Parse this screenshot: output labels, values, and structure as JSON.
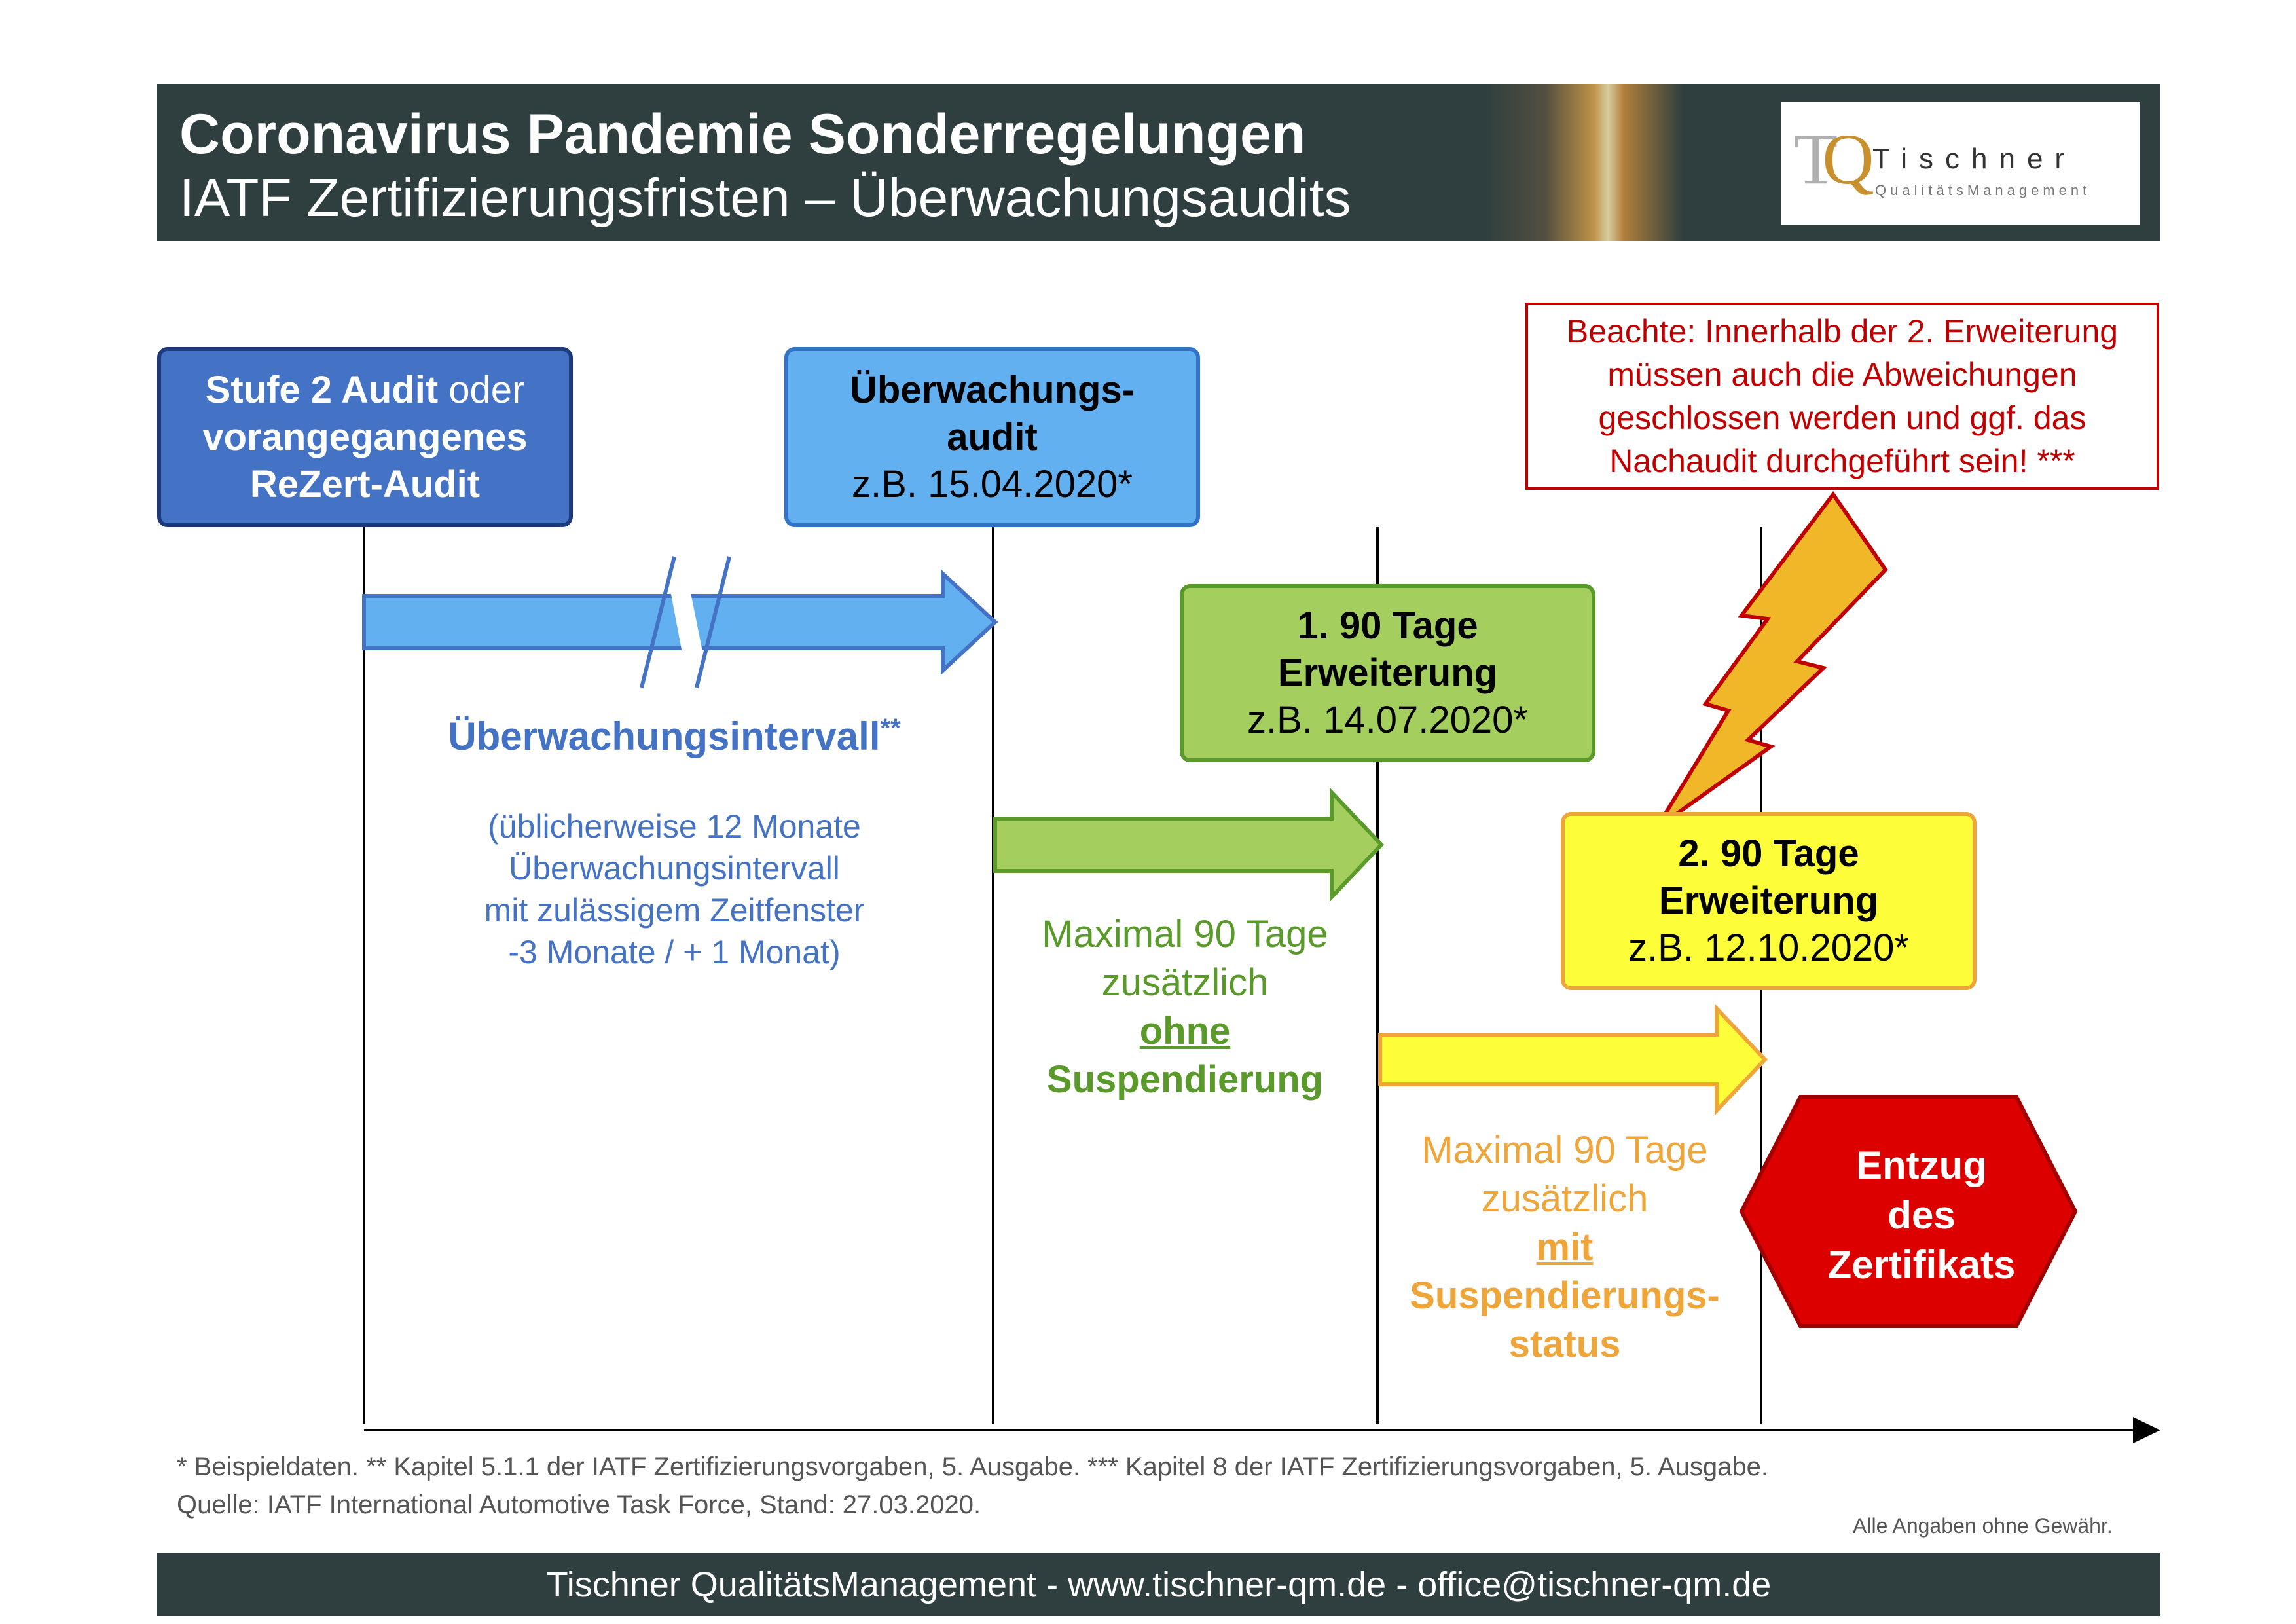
{
  "header": {
    "title": "Coronavirus Pandemie Sonderregelungen",
    "subtitle": "IATF Zertifizierungsfristen – Überwachungsaudits",
    "logo": {
      "mark_t": "T",
      "mark_q": "Q",
      "name": "Tischner",
      "tagline": "QualitätsManagement"
    }
  },
  "boxes": {
    "stage2": {
      "line1_bold": "Stufe 2 Audit",
      "line1_rest": " oder",
      "line2": "vorangegangenes",
      "line3": "ReZert-Audit"
    },
    "surveillance": {
      "line1": "Überwachungs-",
      "line2": "audit",
      "line3": "z.B. 15.04.2020*"
    },
    "ext1": {
      "line1": "1. 90 Tage",
      "line2": "Erweiterung",
      "line3": "z.B. 14.07.2020*"
    },
    "ext2": {
      "line1": "2. 90 Tage",
      "line2": "Erweiterung",
      "line3": "z.B. 12.10.2020*"
    },
    "note": {
      "line1": "Beachte: Innerhalb der 2. Erweiterung",
      "line2": "müssen auch die Abweichungen",
      "line3": "geschlossen werden und ggf. das",
      "line4": "Nachaudit durchgeführt sein! ***"
    },
    "revoke": {
      "line1": "Entzug",
      "line2": "des",
      "line3": "Zertifikats"
    }
  },
  "interval": {
    "label": "Überwachungsintervall",
    "label_sup": "**",
    "desc1": "(üblicherweise 12 Monate",
    "desc2": "Überwachungsintervall",
    "desc3": "mit zulässigem Zeitfenster",
    "desc4": "-3 Monate / + 1 Monat)"
  },
  "green_text": {
    "line1": "Maximal 90 Tage",
    "line2": "zusätzlich",
    "line3": "ohne",
    "line4": "Suspendierung"
  },
  "orange_text": {
    "line1": "Maximal 90 Tage",
    "line2": "zusätzlich",
    "line3": "mit",
    "line4": "Suspendierungs-",
    "line5": "status"
  },
  "footnotes": {
    "line1": "* Beispieldaten. ** Kapitel 5.1.1 der IATF Zertifizierungsvorgaben, 5. Ausgabe. *** Kapitel 8 der IATF Zertifizierungsvorgaben, 5. Ausgabe.",
    "line2": "Quelle: IATF International Automotive Task Force, Stand: 27.03.2020.",
    "disclaimer": "Alle Angaben ohne Gewähr."
  },
  "footer": {
    "text": "Tischner QualitätsManagement - www.tischner-qm.de - office@tischner-qm.de"
  },
  "colors": {
    "header_bg": "#2f3f3f",
    "blue_dark": "#4472c4",
    "blue_light": "#62b0ef",
    "green": "#a4ce5e",
    "green_text": "#5a9a2a",
    "yellow": "#fdfd3a",
    "orange": "#eea53a",
    "red": "#c00000",
    "bolt": "#f0b828"
  }
}
